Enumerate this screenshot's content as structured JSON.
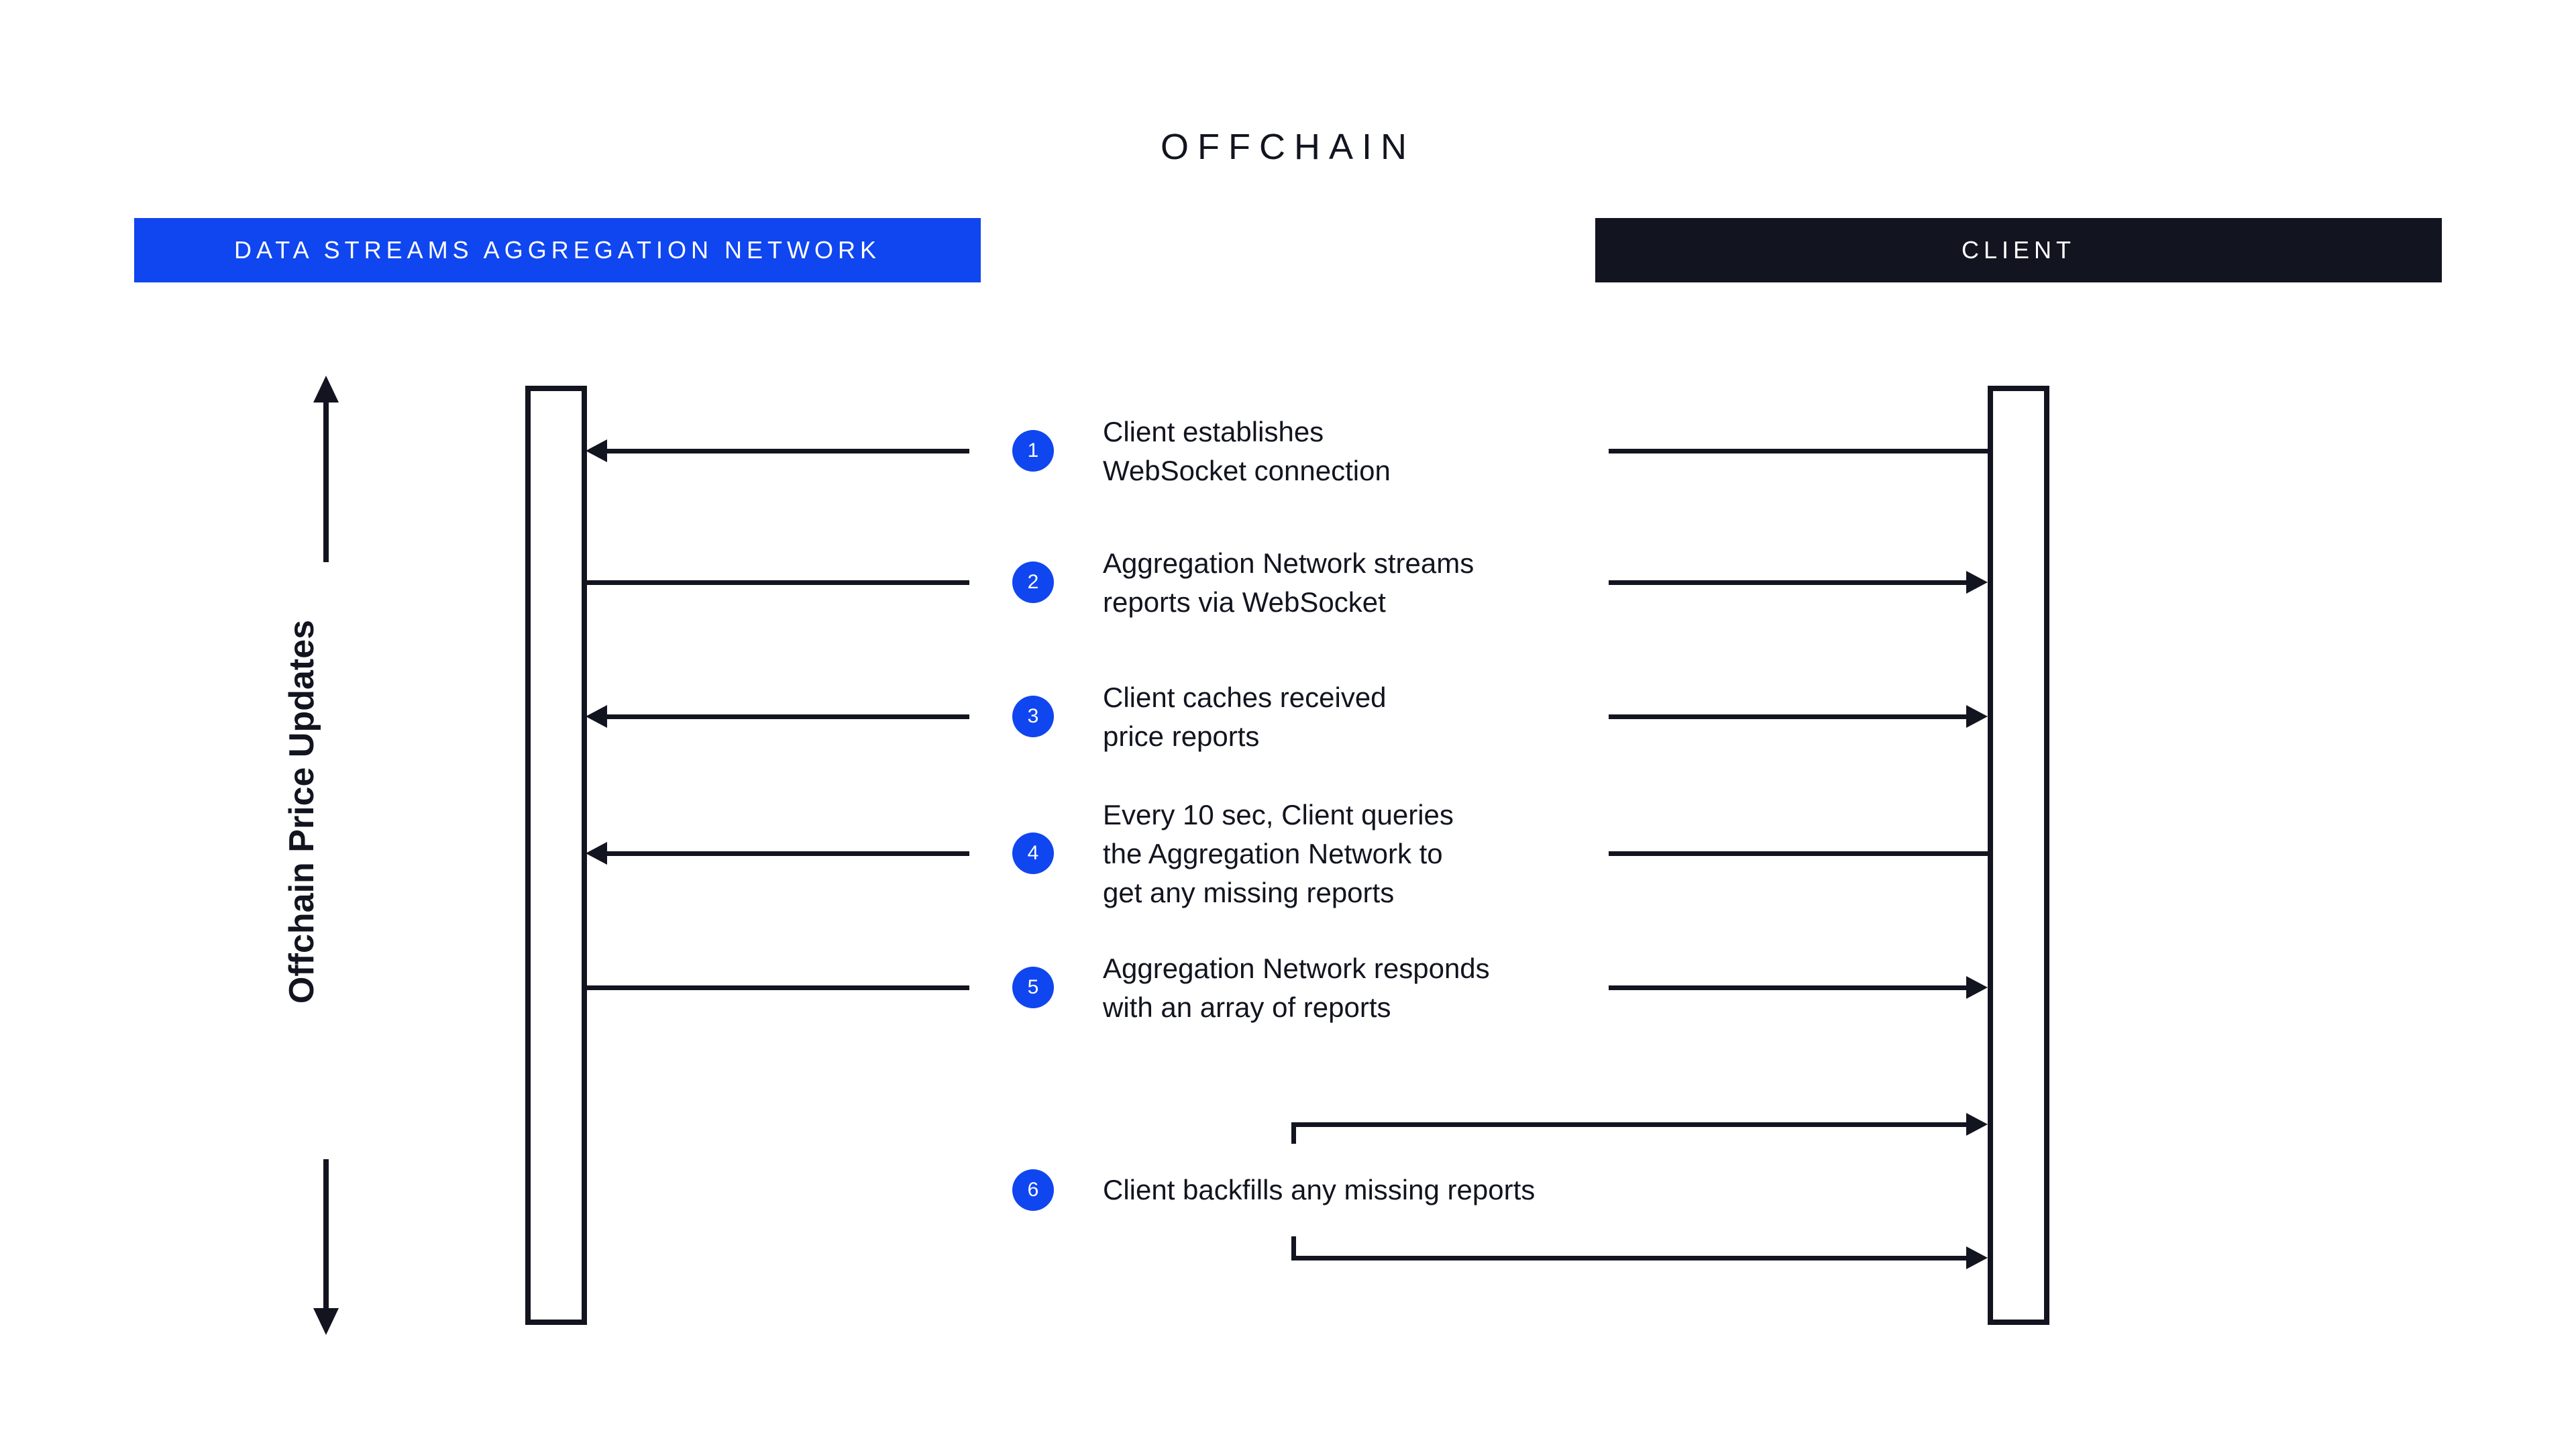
{
  "diagram": {
    "title": "OFFCHAIN",
    "columns": [
      {
        "id": "network",
        "label": "DATA STREAMS AGGREGATION NETWORK",
        "color": "#1046ef",
        "text_color": "#ffffff"
      },
      {
        "id": "client",
        "label": "CLIENT",
        "color": "#12141f",
        "text_color": "#ffffff"
      }
    ],
    "axis": {
      "label": "Offchain Price Updates",
      "direction": "bidirectional",
      "top_arrow_icon": "arrow-up-icon",
      "bottom_arrow_icon": "arrow-down-icon"
    },
    "accent_color": "#1046ef",
    "line_color": "#12141f",
    "background": "#ffffff",
    "steps": [
      {
        "number": "1",
        "text": "Client establishes\nWebSocket connection",
        "left_arrow": "to-network",
        "right_arrow": "none"
      },
      {
        "number": "2",
        "text": "Aggregation Network streams\nreports via WebSocket",
        "left_arrow": "none",
        "right_arrow": "to-client"
      },
      {
        "number": "3",
        "text": "Client caches received\nprice reports",
        "left_arrow": "to-network",
        "right_arrow": "to-client"
      },
      {
        "number": "4",
        "text": "Every 10 sec, Client queries\nthe Aggregation Network to\nget any missing reports",
        "left_arrow": "to-network",
        "right_arrow": "none"
      },
      {
        "number": "5",
        "text": "Aggregation Network responds\nwith an array of reports",
        "left_arrow": "none",
        "right_arrow": "to-client"
      },
      {
        "number": "6",
        "text": "Client backfills any missing reports",
        "left_arrow": "none",
        "right_arrow": "self-loop-client"
      }
    ]
  }
}
